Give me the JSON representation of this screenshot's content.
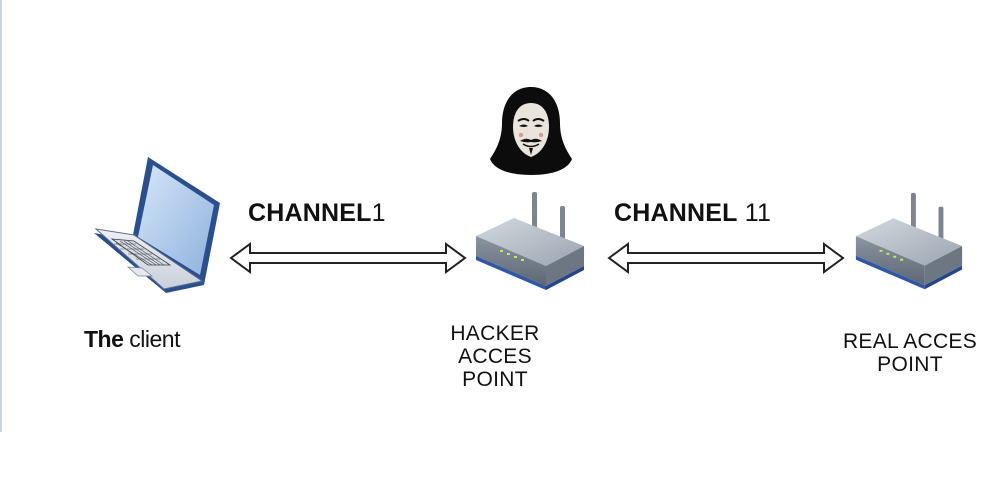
{
  "diagram": {
    "client": {
      "the": "The",
      "word": "client"
    },
    "hacker_ap": {
      "line1": "HACKER",
      "line2": "ACCES",
      "line3": "POINT"
    },
    "real_ap": {
      "line1": "REAL ACCES",
      "line2": "POINT"
    },
    "channel_left": {
      "word": "CHANNEL",
      "number": "1"
    },
    "channel_right": {
      "word": "CHANNEL",
      "number": "11"
    }
  },
  "icons": [
    "laptop-icon",
    "hacker-icon",
    "router-icon",
    "double-arrow-icon"
  ],
  "colors": {
    "router_body": "#7e8a98",
    "router_top": "#b9c2cc",
    "router_stripe": "#2f57a6",
    "laptop_screen": "#aac6ea",
    "laptop_body": "#2a4f8e",
    "arrow_stroke": "#222222"
  }
}
